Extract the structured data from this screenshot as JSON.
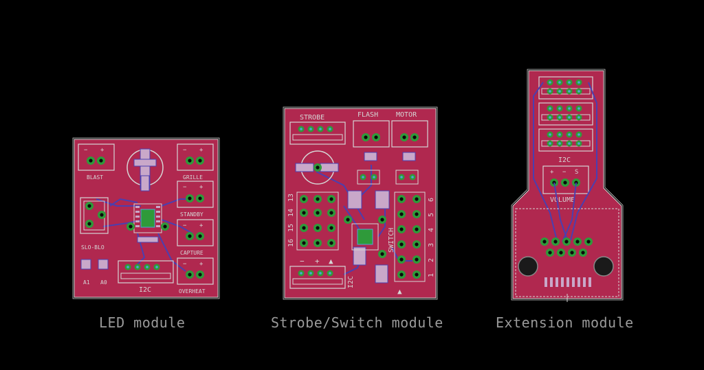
{
  "colors": {
    "background": "#000000",
    "board": "#b0284f",
    "silkscreen": "#d6d6d6",
    "pad": "#2f9a3a",
    "trace": "#4a3fb0",
    "caption": "#9a9a9a"
  },
  "modules": {
    "led": {
      "caption": "LED module",
      "labels": {
        "blast": "BLAST",
        "grille": "GRILLE",
        "standby": "STANDBY",
        "slo_blo": "SLO-BLO",
        "capture": "CAPTURE",
        "overheat": "OVERHEAT",
        "i2c": "I2C",
        "a1": "A1",
        "a0": "A0",
        "minus": "−",
        "plus": "+"
      }
    },
    "strobe": {
      "caption": "Strobe/Switch module",
      "labels": {
        "strobe": "STROBE",
        "flash": "FLASH",
        "motor": "MOTOR",
        "i2c": "I2C",
        "switch": "SWITCH",
        "pins_left": [
          "13",
          "14",
          "15",
          "16"
        ],
        "pins_right": [
          "6",
          "5",
          "4",
          "3",
          "2",
          "1"
        ],
        "bottom_symbols": [
          "−",
          "+",
          "▲"
        ],
        "arrow": "▲"
      }
    },
    "extension": {
      "caption": "Extension module",
      "labels": {
        "i2c": "I2C",
        "volume": "VOLUME",
        "vol_plus": "+",
        "vol_minus": "−",
        "vol_s": "S"
      }
    }
  }
}
